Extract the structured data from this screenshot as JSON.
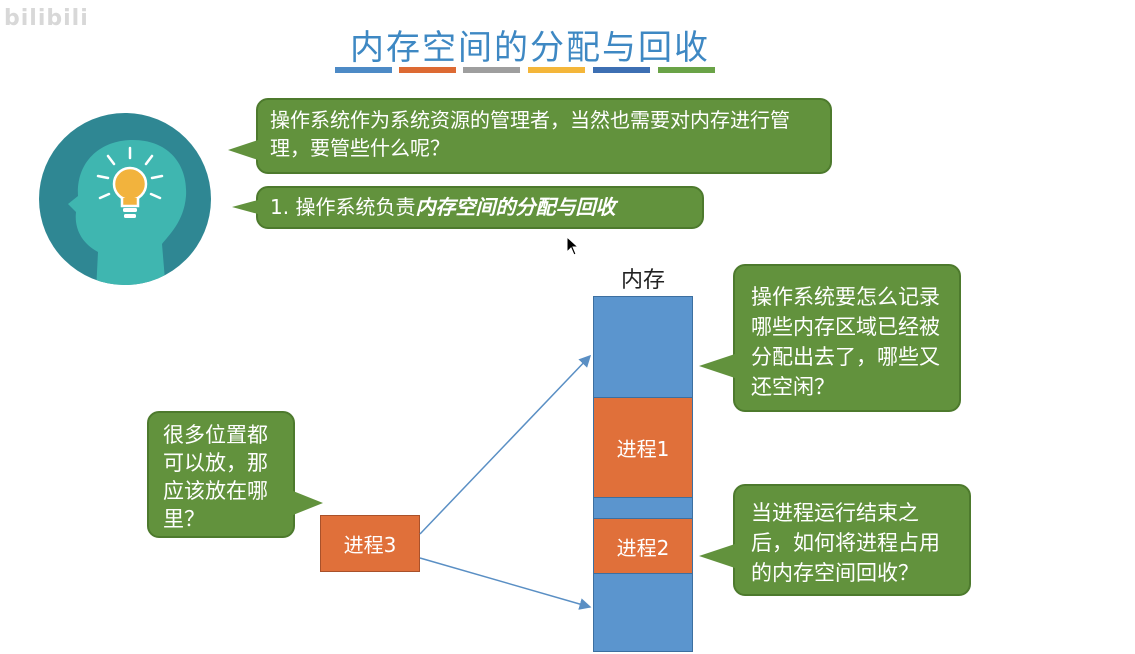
{
  "watermark": "bilibili",
  "title": "内存空间的分配与回收",
  "stripe_colors": [
    "#4d8ac6",
    "#dd6a33",
    "#9e9e9e",
    "#f4b63a",
    "#3d6fb3",
    "#6aa347"
  ],
  "bubble_intro": "操作系统作为系统资源的管理者，当然也需要对内存进行管理，要管些什么呢？",
  "bubble_point_prefix": "1. 操作系统负责",
  "bubble_point_emph": "内存空间的分配与回收",
  "memory_label": "内存",
  "processes": {
    "p1": "进程1",
    "p2": "进程2",
    "p3": "进程3"
  },
  "question_record": "操作系统要怎么记录哪些内存区域已经被分配出去了，哪些又还空闲？",
  "question_place": "很多位置都可以放，那应该放在哪里？",
  "question_reclaim": "当进程运行结束之后，如何将进程占用的内存空间回收？",
  "colors": {
    "accent_title": "#3e88c3",
    "bubble_green": "#62923d",
    "memory_free": "#5b95ce",
    "process_orange": "#e0703a"
  }
}
